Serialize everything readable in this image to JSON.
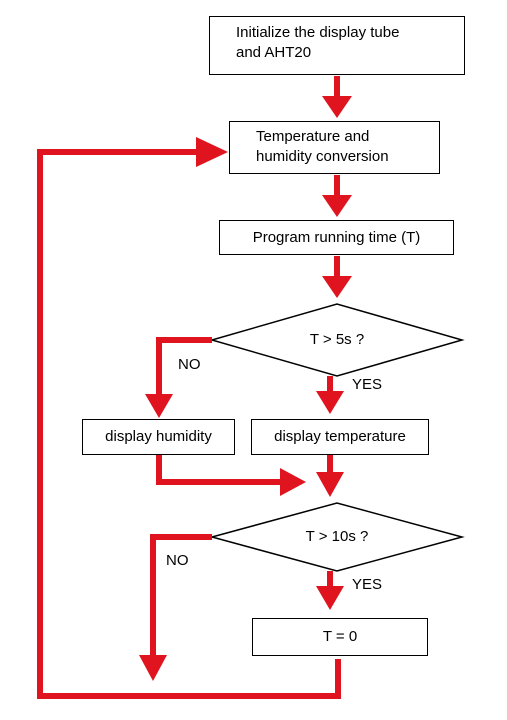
{
  "flowchart": {
    "init": [
      "Initialize the display tube",
      "and AHT20"
    ],
    "convert": [
      "Temperature and",
      "humidity conversion"
    ],
    "runtime": "Program running time (T)",
    "decision1": "T > 5s ?",
    "decision2": "T > 10s ?",
    "show_humidity": "display humidity",
    "show_temperature": "display temperature",
    "reset": "T = 0",
    "no1": "NO",
    "yes1": "YES",
    "no2": "NO",
    "yes2": "YES"
  },
  "colors": {
    "arrow": "#e0141e",
    "line": "#000000"
  }
}
